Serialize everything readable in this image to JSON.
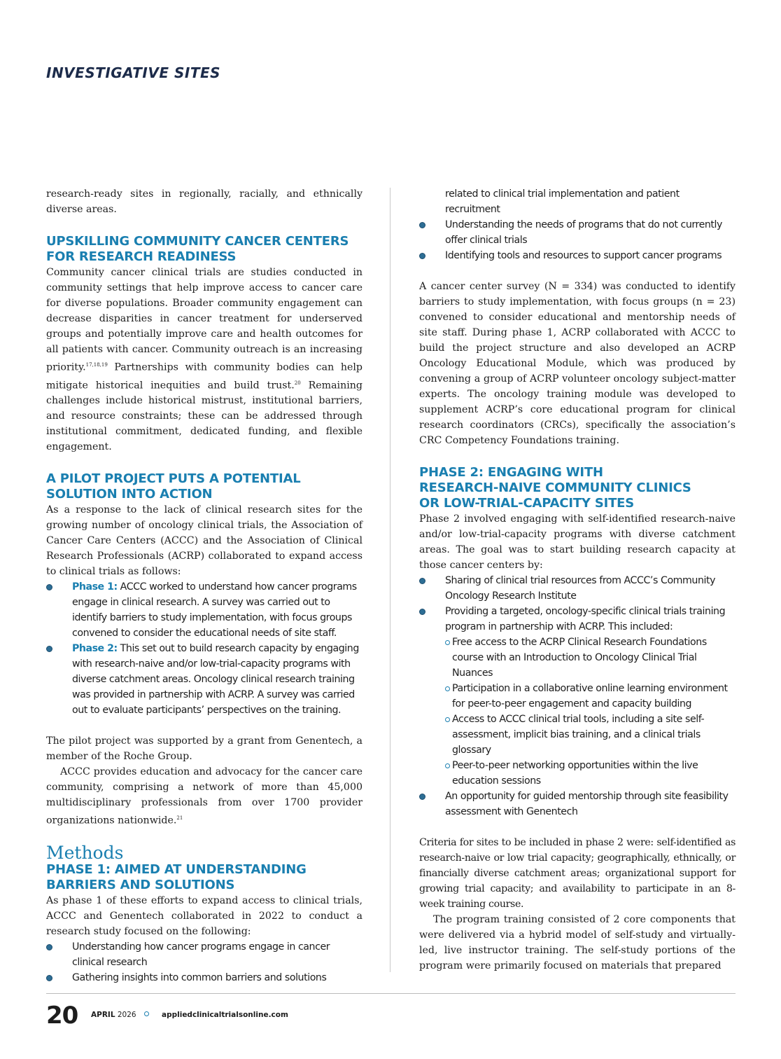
{
  "header": {
    "section": "INVESTIGATIVE SITES"
  },
  "left": {
    "intro_text": "research-ready sites in regionally, racially, and ethnically diverse areas.",
    "upskilling": {
      "heading_line1": "UPSKILLING COMMUNITY CANCER CENTERS",
      "heading_line2": "FOR RESEARCH READINESS",
      "text_a": "Community cancer clinical trials are studies conducted in community settings that help improve access to cancer care for diverse populations. Broader community engagement can decrease disparities in cancer treatment for underserved groups and potentially improve care and health outcomes for all patients with cancer. Community outreach is an increasing priority.",
      "ref_a": "17,18,19",
      "text_b": " Partnerships with community bodies can help mitigate historical inequities and build trust.",
      "ref_b": "20",
      "text_c": " Remaining challenges include historical mistrust, institutional barriers, and resource constraints; these can be addressed through institutional commitment, dedicated funding, and flexible engagement."
    },
    "pilot": {
      "heading_line1": "A PILOT PROJECT PUTS A POTENTIAL",
      "heading_line2": "SOLUTION INTO ACTION",
      "text": "As a response to the lack of clinical research sites for the growing number of oncology clinical trials, the Association of Cancer Care Centers (ACCC) and the Association of Clinical Research Professionals (ACRP) collaborated to expand access to clinical trials as follows:",
      "bullets": [
        {
          "lead": "Phase 1:",
          "text": " ACCC worked to understand how cancer programs engage in clinical research. A survey was carried out to identify barriers to study implementation, with focus groups convened to consider the educational needs of site staff."
        },
        {
          "lead": "Phase 2:",
          "text": " This set out to build research capacity by engaging with research-naive and/or low-trial-capacity programs with diverse catchment areas. Oncology clinical research training was provided in partnership with ACRP. A survey was carried out to evaluate participants’ perspectives on the training."
        }
      ],
      "text_after": "The pilot project was supported by a grant from Genentech, a member of the Roche Group.",
      "text_accc": "ACCC provides education and advocacy for the cancer care community, comprising a network of more than 45,000 multidisciplinary professionals from over 1700 provider organizations nationwide.",
      "ref_accc": "21"
    },
    "methods": {
      "heading": "Methods",
      "phase1_heading_line1": "PHASE 1: AIMED AT UNDERSTANDING",
      "phase1_heading_line2": "BARRIERS AND SOLUTIONS",
      "phase1_text": "As phase 1 of these efforts to expand access to clinical trials, ACCC and Genentech collaborated in 2022 to conduct a research study focused on the following:",
      "bullets": [
        "Understanding how cancer programs engage in cancer clinical research",
        "Gathering insights into common barriers and solutions"
      ]
    }
  },
  "right": {
    "bullets_cont": [
      "related to clinical trial implementation and patient recruitment",
      "Understanding the needs of programs that do not currently offer clinical trials",
      "Identifying tools and resources to support cancer programs"
    ],
    "survey_text": "A cancer center survey (N = 334) was conducted to identify barriers to study implementation, with focus groups (n = 23) convened to consider educational and mentorship needs of site staff. During phase 1, ACRP collaborated with ACCC to build the project structure and also developed an ACRP Oncology Educational Module, which was produced by convening a group of ACRP volunteer oncology subject-matter experts. The oncology training module was developed to supplement ACRP’s core educational program for clinical research coordinators (CRCs), specifically the association’s CRC Competency Foundations training.",
    "phase2": {
      "heading_line1": "PHASE 2: ENGAGING WITH",
      "heading_line2": "RESEARCH-NAIVE COMMUNITY CLINICS",
      "heading_line3": "OR LOW-TRIAL-CAPACITY SITES",
      "text": "Phase 2 involved engaging with self-identified research-naive and/or low-trial-capacity programs with diverse catchment areas. The goal was to start building research capacity at those cancer centers by:",
      "bullet1": "Sharing of clinical trial resources from ACCC’s Community Oncology Research Institute",
      "bullet2": "Providing a targeted, oncology-specific clinical trials training program in partnership with ACRP. This included:",
      "sub_bullets": [
        "Free access to the ACRP Clinical Research Foundations course with an Introduction to Oncology Clinical Trial Nuances",
        "Participation in a collaborative online learning environment for peer-to-peer engagement and capacity building",
        "Access to ACCC clinical trial tools, including a site self-assessment, implicit bias training, and a clinical trials glossary",
        "Peer-to-peer networking opportunities within the live education sessions"
      ],
      "bullet3": "An opportunity for guided mentorship through site feasibility assessment with Genentech",
      "criteria_text": "Criteria for sites to be included in phase 2 were: self-identified as research-naive or low trial capacity; geographically, ethnically, or financially diverse catchment areas; organizational support for growing trial capacity; and availability to participate in an 8-week training course.",
      "training_text": "The program training consisted of 2 core components that were delivered via a hybrid model of self-study and virtually-led, live instructor training. The self-study portions of the program were primarily focused on materials that prepared"
    }
  },
  "footer": {
    "page_number": "20",
    "month": "APRIL",
    "year": " 2026",
    "site": "appliedclinicaltrialsonline.com"
  }
}
